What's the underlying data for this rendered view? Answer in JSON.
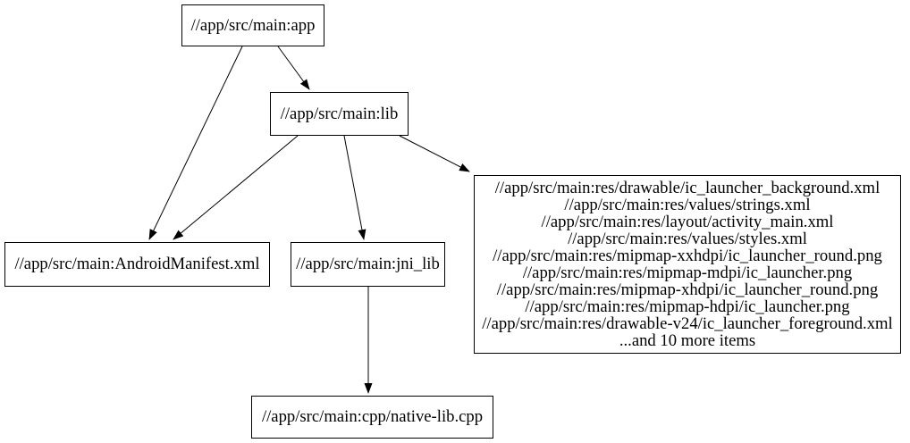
{
  "graph": {
    "type": "dependency-graph",
    "colors": {
      "background": "#ffffff",
      "node_fill": "#ffffff",
      "node_border": "#000000",
      "edge": "#000000",
      "text": "#000000"
    },
    "nodes": {
      "app": {
        "label": "//app/src/main:app"
      },
      "lib": {
        "label": "//app/src/main:lib"
      },
      "android_manifest": {
        "label": "//app/src/main:AndroidManifest.xml"
      },
      "jni_lib": {
        "label": "//app/src/main:jni_lib"
      },
      "res_files": {
        "lines": [
          "//app/src/main:res/drawable/ic_launcher_background.xml",
          "//app/src/main:res/values/strings.xml",
          "//app/src/main:res/layout/activity_main.xml",
          "//app/src/main:res/values/styles.xml",
          "//app/src/main:res/mipmap-xxhdpi/ic_launcher_round.png",
          "//app/src/main:res/mipmap-mdpi/ic_launcher.png",
          "//app/src/main:res/mipmap-xhdpi/ic_launcher_round.png",
          "//app/src/main:res/mipmap-hdpi/ic_launcher.png",
          "//app/src/main:res/drawable-v24/ic_launcher_foreground.xml",
          "...and 10 more items"
        ]
      },
      "native_lib": {
        "label": "//app/src/main:cpp/native-lib.cpp"
      }
    },
    "edges": [
      {
        "from": "app",
        "to": "lib"
      },
      {
        "from": "app",
        "to": "android_manifest"
      },
      {
        "from": "lib",
        "to": "android_manifest"
      },
      {
        "from": "lib",
        "to": "jni_lib"
      },
      {
        "from": "lib",
        "to": "res_files"
      },
      {
        "from": "jni_lib",
        "to": "native_lib"
      }
    ]
  }
}
